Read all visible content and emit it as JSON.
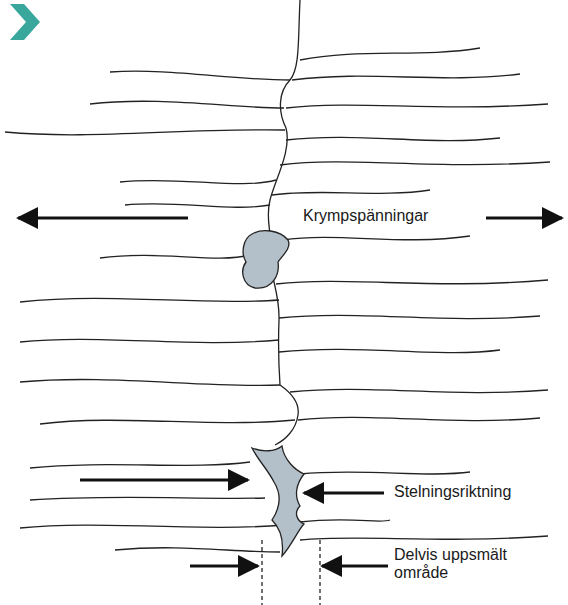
{
  "diagram": {
    "labels": [
      "Krympspänningar",
      "Stelningsriktning",
      "Delvis uppsmält område"
    ]
  }
}
